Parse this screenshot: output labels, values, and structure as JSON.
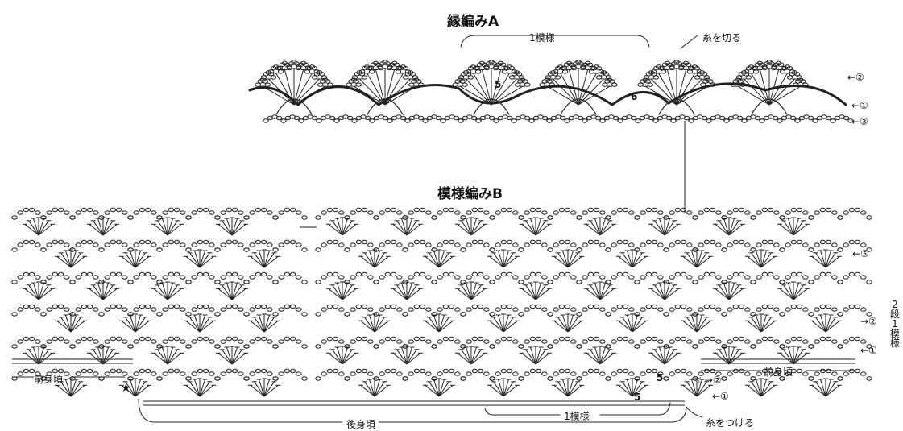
{
  "titles": {
    "edge": "縁編みA",
    "pattern": "模様編みB"
  },
  "labels": {
    "repeat_top": "1模様",
    "repeat_bottom": "1模様",
    "cut_yarn": "糸を切る",
    "attach_yarn": "糸をつける",
    "front_left": "前身頃",
    "front_right": "前身頃",
    "back": "後身頃",
    "two_rows_one_repeat": "2段1模様"
  },
  "row_markers": {
    "edge_r2": "←②",
    "edge_r1": "←①",
    "edge_r3": "←③",
    "patt_r5": "←⑤",
    "patt_r2": "→②",
    "patt_r1": "←①",
    "start_r2": "☆→②",
    "start_r1": "←①"
  },
  "numbers": {
    "n5_edge": "5",
    "n6_edge": "6",
    "n5_patt_a": "5",
    "n5_patt_b": "5"
  },
  "symbols": {
    "black_star": "★",
    "white_star": "☆"
  }
}
